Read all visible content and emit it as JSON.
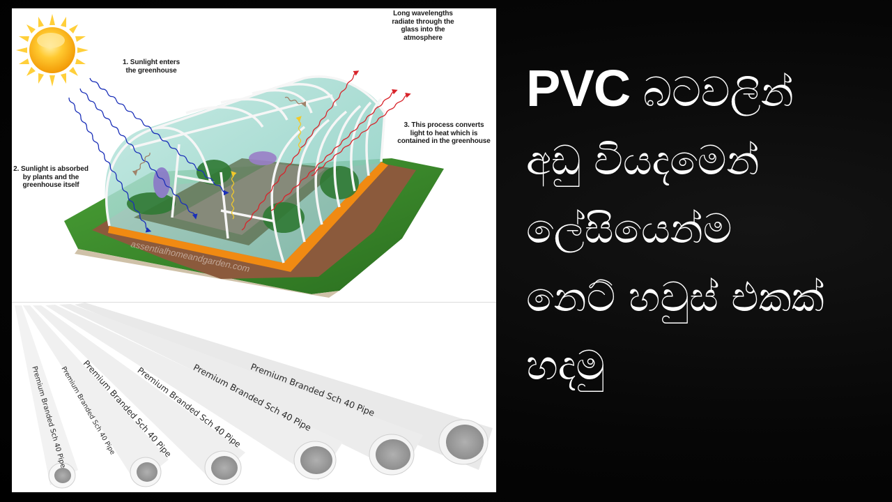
{
  "thumbnail": {
    "title_lines": [
      {
        "latin": "PVC",
        "sinhala": "බටවලින්"
      },
      {
        "sinhala": "අඩු වියදමෙන්"
      },
      {
        "sinhala": "ලේසියෙන්ම"
      },
      {
        "sinhala": "නෙට් හවුස් එකක්"
      },
      {
        "sinhala": "හදමු"
      }
    ],
    "colors": {
      "background": "#000000",
      "title_text": "#ffffff",
      "panel": "#ffffff",
      "sunlight_wave": "#1a2fb8",
      "heat_wave": "#d8232a",
      "absorbed_wave": "#f2d33a",
      "glass": "#9fd9cf",
      "frame": "#f4f4f4",
      "base": "#f08a12",
      "gravel": "#8b5a3c",
      "grass": "#3a8a2a"
    }
  },
  "diagram": {
    "labels": {
      "step1": [
        "1. Sunlight enters",
        "the greenhouse"
      ],
      "step2": [
        "2. Sunlight is absorbed",
        "by plants and the",
        "greenhouse itself"
      ],
      "step3": [
        "3. This process converts",
        "light to heat which is",
        "contained in the greenhouse"
      ],
      "long_wave": [
        "Long wavelengths",
        "radiate through the",
        "glass into the",
        "atmosphere"
      ]
    },
    "watermark": "assentialhomeandgarden.com",
    "icons": [
      "sun-icon",
      "greenhouse-illustration"
    ]
  },
  "pipes": {
    "count": 6,
    "label": "Premium Branded Sch 40 Pipe"
  }
}
